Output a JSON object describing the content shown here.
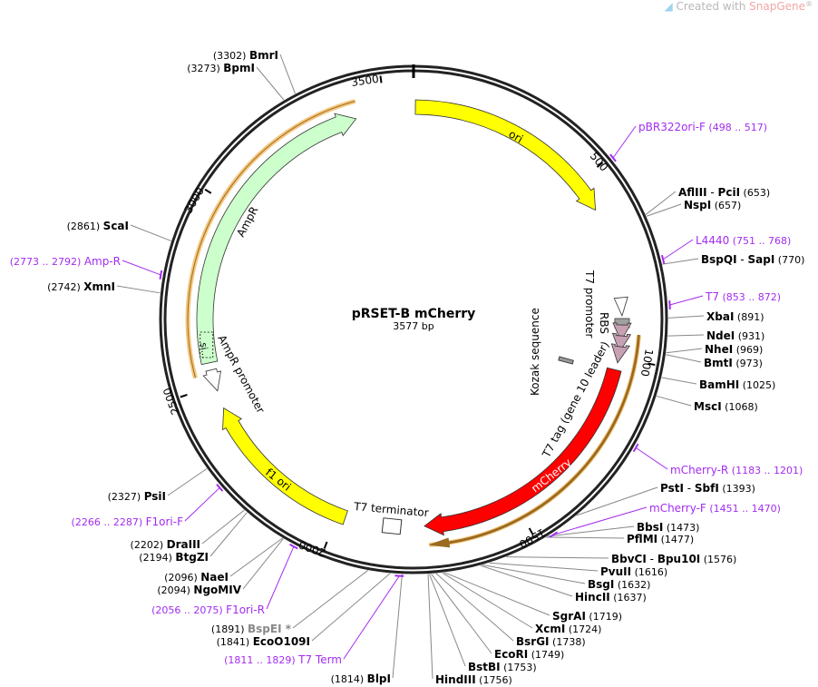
{
  "credit": {
    "prefix": "Created with ",
    "brand": "SnapGene",
    "reg": "®"
  },
  "plasmid": {
    "name": "pRSET-B mCherry",
    "length_label": "3577 bp",
    "length": 3577
  },
  "ticks": [
    "500",
    "1000",
    "1500",
    "2000",
    "2500",
    "3000",
    "3500"
  ],
  "features": {
    "ori": "ori",
    "ampr": "AmpR",
    "mcherry": "mCherry",
    "f1ori": "f1 ori",
    "t7tag": "T7 tag (gene 10 leader)",
    "t7promoter": "T7 promoter",
    "rbs": "RBS",
    "kozak": "Kozak sequence",
    "t7terminator": "T7 terminator",
    "amprpromoter": "AmpR promoter",
    "si": "si..."
  },
  "enzymes": [
    {
      "name": "AflIII",
      "name2": "PciI",
      "pos": "(653)",
      "bp": 653
    },
    {
      "name": "NspI",
      "pos": "(657)",
      "bp": 657
    },
    {
      "name": "BspQI",
      "name2": "SapI",
      "pos": "(770)",
      "bp": 770
    },
    {
      "name": "XbaI",
      "pos": "(891)",
      "bp": 891
    },
    {
      "name": "NdeI",
      "pos": "(931)",
      "bp": 931
    },
    {
      "name": "NheI",
      "pos": "(969)",
      "bp": 969
    },
    {
      "name": "BmtI",
      "pos": "(973)",
      "bp": 973
    },
    {
      "name": "BamHI",
      "pos": "(1025)",
      "bp": 1025
    },
    {
      "name": "MscI",
      "pos": "(1068)",
      "bp": 1068
    },
    {
      "name": "PstI",
      "name2": "SbfI",
      "pos": "(1393)",
      "bp": 1393
    },
    {
      "name": "BbsI",
      "pos": "(1473)",
      "bp": 1473
    },
    {
      "name": "PflMI",
      "pos": "(1477)",
      "bp": 1477
    },
    {
      "name": "BbvCI",
      "name2": "Bpu10I",
      "pos": "(1576)",
      "bp": 1576
    },
    {
      "name": "PvuII",
      "pos": "(1616)",
      "bp": 1616
    },
    {
      "name": "BsgI",
      "pos": "(1632)",
      "bp": 1632
    },
    {
      "name": "HincII",
      "pos": "(1637)",
      "bp": 1637
    },
    {
      "name": "SgrAI",
      "pos": "(1719)",
      "bp": 1719
    },
    {
      "name": "XcmI",
      "pos": "(1724)",
      "bp": 1724
    },
    {
      "name": "BsrGI",
      "pos": "(1738)",
      "bp": 1738
    },
    {
      "name": "EcoRI",
      "pos": "(1749)",
      "bp": 1749
    },
    {
      "name": "BstBI",
      "pos": "(1753)",
      "bp": 1753
    },
    {
      "name": "HindIII",
      "pos": "(1756)",
      "bp": 1756
    },
    {
      "name": "BlpI",
      "pos": "(1814)",
      "bp": 1814
    },
    {
      "name": "EcoO109I",
      "pos": "(1841)",
      "bp": 1841
    },
    {
      "name": "BspEI *",
      "pos": "(1891)",
      "bp": 1891,
      "muted": true
    },
    {
      "name": "NgoMIV",
      "pos": "(2094)",
      "bp": 2094
    },
    {
      "name": "NaeI",
      "pos": "(2096)",
      "bp": 2096
    },
    {
      "name": "BtgZI",
      "pos": "(2194)",
      "bp": 2194
    },
    {
      "name": "DraIII",
      "pos": "(2202)",
      "bp": 2202
    },
    {
      "name": "PsiI",
      "pos": "(2327)",
      "bp": 2327
    },
    {
      "name": "XmnI",
      "pos": "(2742)",
      "bp": 2742
    },
    {
      "name": "ScaI",
      "pos": "(2861)",
      "bp": 2861
    },
    {
      "name": "BpmI",
      "pos": "(3273)",
      "bp": 3273
    },
    {
      "name": "BmrI",
      "pos": "(3302)",
      "bp": 3302
    }
  ],
  "primers": [
    {
      "name": "pBR322ori-F",
      "pos": "(498 .. 517)",
      "bp": 507
    },
    {
      "name": "L4440",
      "pos": "(751 .. 768)",
      "bp": 760
    },
    {
      "name": "T7",
      "pos": "(853 .. 872)",
      "bp": 862
    },
    {
      "name": "mCherry-R",
      "pos": "(1183 .. 1201)",
      "bp": 1192
    },
    {
      "name": "mCherry-F",
      "pos": "(1451 .. 1470)",
      "bp": 1460
    },
    {
      "name": "T7 Term",
      "pos": "(1811 .. 1829)",
      "bp": 1820
    },
    {
      "name": "F1ori-R",
      "pos": "(2056 .. 2075)",
      "bp": 2065
    },
    {
      "name": "F1ori-F",
      "pos": "(2266 .. 2287)",
      "bp": 2276
    },
    {
      "name": "Amp-R",
      "pos": "(2773 .. 2792)",
      "bp": 2782
    }
  ],
  "colors": {
    "ori": "#ffff00",
    "ampr": "#ccffcc",
    "mcherry": "#ff0000",
    "primer": "#a32cf0",
    "orange": "#f5c77e",
    "rbs": "#a0a0a0",
    "pink": "#c8a0b4"
  }
}
